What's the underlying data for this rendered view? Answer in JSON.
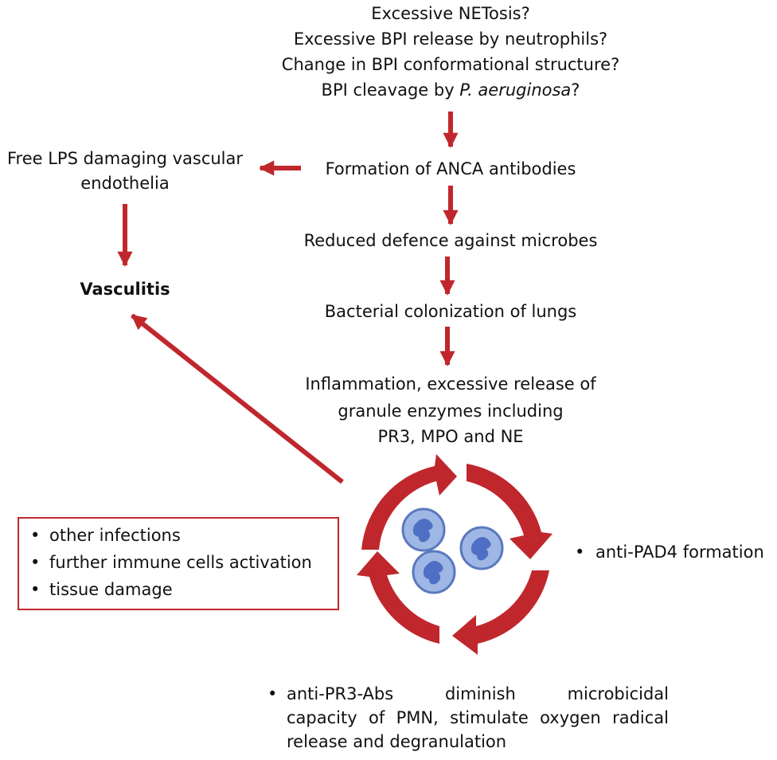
{
  "question_lines": [
    "Excessive NETosis?",
    "Excessive BPI release by neutrophils?",
    "Change in  BPI conformational structure?"
  ],
  "bpi_cleavage": {
    "pre": "BPI cleavage by ",
    "italic": "P. aeruginosa",
    "post": "?"
  },
  "anca": "Formation  of ANCA antibodies",
  "free_lps": [
    "Free LPS damaging vascular",
    "endothelia"
  ],
  "vasculitis": "Vasculitis",
  "reduced": "Reduced defence against microbes",
  "colonization": "Bacterial colonization of lungs",
  "inflammation": [
    "Inflammation,  excessive release of",
    "granule enzymes including",
    "PR3, MPO and NE"
  ],
  "box_items": [
    "other infections",
    "further immune  cells activation",
    "tissue damage"
  ],
  "pad4": "anti-PAD4 formation",
  "pr3_abs": {
    "row1": [
      "anti-PR3-Abs",
      "diminish",
      "microbicidal"
    ],
    "row2": "capacity of PMN, stimulate oxygen radical",
    "row3": "release and degranulation"
  },
  "bullet": "•",
  "colors": {
    "arrow": "#c0272d",
    "cell_fill": "#9fb7e4",
    "cell_stroke": "#5b78bf",
    "nucleus": "#4f6fc4"
  }
}
